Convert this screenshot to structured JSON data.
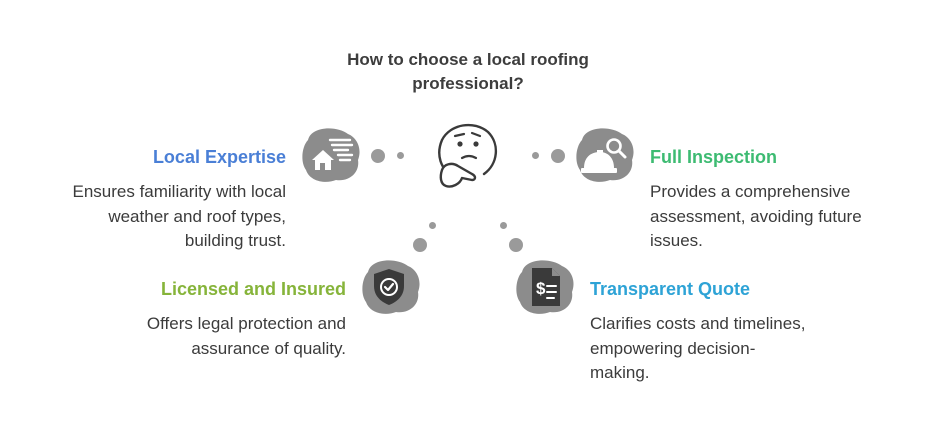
{
  "title": "How to choose a local roofing professional?",
  "colors": {
    "local_expertise": "#4a7fd6",
    "full_inspection": "#3dbb72",
    "licensed": "#86b43a",
    "transparent": "#2ea3d6",
    "blob": "#8c8c8c",
    "dot": "#9a9a9a"
  },
  "items": {
    "local_expertise": {
      "heading": "Local Expertise",
      "lines": [
        "Ensures familiarity with local",
        "weather and roof types,",
        "building trust."
      ],
      "icon": "house-wind-icon"
    },
    "full_inspection": {
      "heading": "Full Inspection",
      "lines": [
        "Provides a comprehensive",
        "assessment, avoiding future",
        "issues."
      ],
      "icon": "hardhat-magnifier-icon"
    },
    "licensed": {
      "heading": "Licensed and Insured",
      "lines": [
        "Offers legal protection and",
        "assurance of quality."
      ],
      "icon": "shield-check-icon"
    },
    "transparent": {
      "heading": "Transparent Quote",
      "lines": [
        "Clarifies costs and timelines,",
        "empowering decision-",
        "making."
      ],
      "icon": "dollar-document-icon"
    }
  },
  "center_icon": "thinking-face-icon"
}
